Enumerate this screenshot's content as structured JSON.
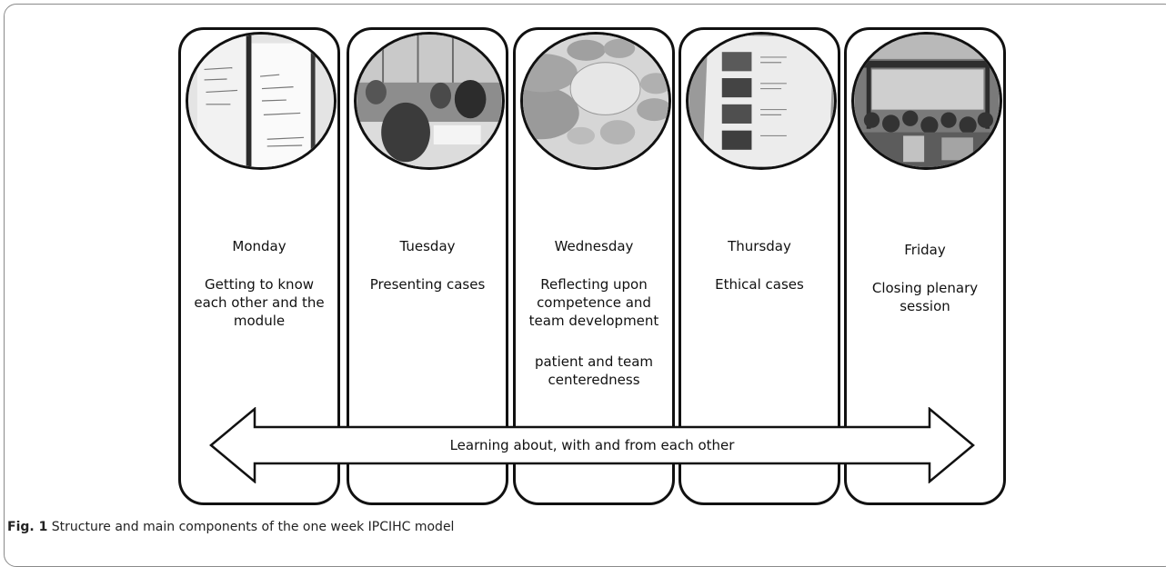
{
  "days": [
    {
      "name": "Monday",
      "description": "Getting to know each other and the module",
      "extra": ""
    },
    {
      "name": "Tuesday",
      "description": "Presenting cases",
      "extra": ""
    },
    {
      "name": "Wednesday",
      "description": "Reflecting upon competence and team development",
      "extra": "patient and team centeredness"
    },
    {
      "name": "Thursday",
      "description": "Ethical cases",
      "extra": ""
    },
    {
      "name": "Friday",
      "description": "Closing plenary session",
      "extra": ""
    }
  ],
  "arrow": {
    "label": "Learning about, with and from each other"
  },
  "caption": {
    "label": "Fig. 1",
    "text": " Structure and main components of the one week IPCIHC model"
  },
  "colors": {
    "stroke": "#111111",
    "photo_dark": "#3a3a3a",
    "photo_light": "#cfcfcf",
    "background": "#ffffff"
  }
}
